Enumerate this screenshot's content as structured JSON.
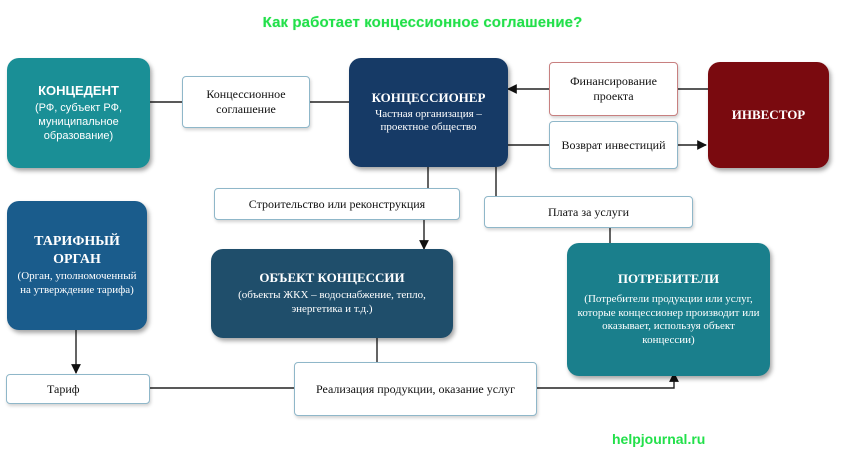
{
  "title": "Как работает концессионное соглашение?",
  "watermark": "helpjournal.ru",
  "concedent": {
    "heading": "КОНЦЕДЕНТ",
    "desc": "(РФ, субъект РФ, муниципальное образование)"
  },
  "agreement": {
    "label": "Концессионное соглашение"
  },
  "concessioner": {
    "heading": "КОНЦЕССИОНЕР",
    "desc": "Частная организация – проектное общество"
  },
  "financing": {
    "label": "Финансирование проекта"
  },
  "return": {
    "label": "Возврат инвестиций"
  },
  "investor": {
    "heading": "ИНВЕСТОР"
  },
  "construction": {
    "label": "Строительство или реконструкция"
  },
  "payment": {
    "label": "Плата за услуги"
  },
  "tariff_body": {
    "heading": "ТАРИФНЫЙ ОРГАН",
    "desc": "(Орган, уполномоченный на утверждение тарифа)"
  },
  "object": {
    "heading": "ОБЪЕКТ КОНЦЕССИИ",
    "desc": "(объекты ЖКХ – водоснабжение, тепло, энергетика и т.д.)"
  },
  "consumers": {
    "heading": "ПОТРЕБИТЕЛИ",
    "desc": "(Потребители продукции или услуг, которые концессионер производит или оказывает, используя объект концессии)"
  },
  "tariff": {
    "label": "Тариф"
  },
  "sale": {
    "label": "Реализация продукции, оказание услуг"
  }
}
